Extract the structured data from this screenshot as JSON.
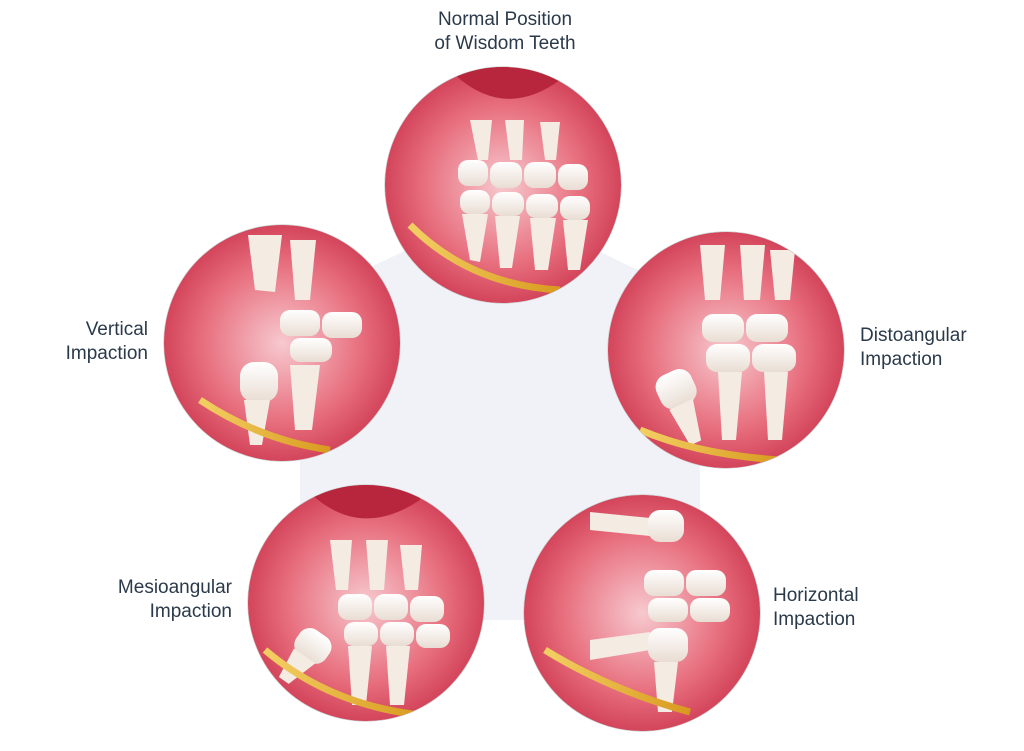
{
  "diagram": {
    "panels": [
      {
        "id": "normal",
        "caption_lines": [
          "Normal Position",
          "of Wisdom Teeth"
        ],
        "wisdom_tooth": "upright"
      },
      {
        "id": "vertical",
        "caption_lines": [
          "Vertical",
          "Impaction"
        ],
        "wisdom_tooth": "vertical-impacted"
      },
      {
        "id": "distoangular",
        "caption_lines": [
          "Distoangular",
          "Impaction"
        ],
        "wisdom_tooth": "tilted-back"
      },
      {
        "id": "mesioangular",
        "caption_lines": [
          "Mesioangular",
          "Impaction"
        ],
        "wisdom_tooth": "tilted-forward"
      },
      {
        "id": "horizontal",
        "caption_lines": [
          "Horizontal",
          "Impaction"
        ],
        "wisdom_tooth": "horizontal"
      }
    ],
    "colors": {
      "gum": "#d9415a",
      "gum_light": "#f2a3ad",
      "tooth": "#fbf7f2",
      "tooth_shadow": "#e6d9cf",
      "nerve": "#e8b53a",
      "hexagon": "#edf0f6",
      "text": "#2b3a4a"
    }
  }
}
